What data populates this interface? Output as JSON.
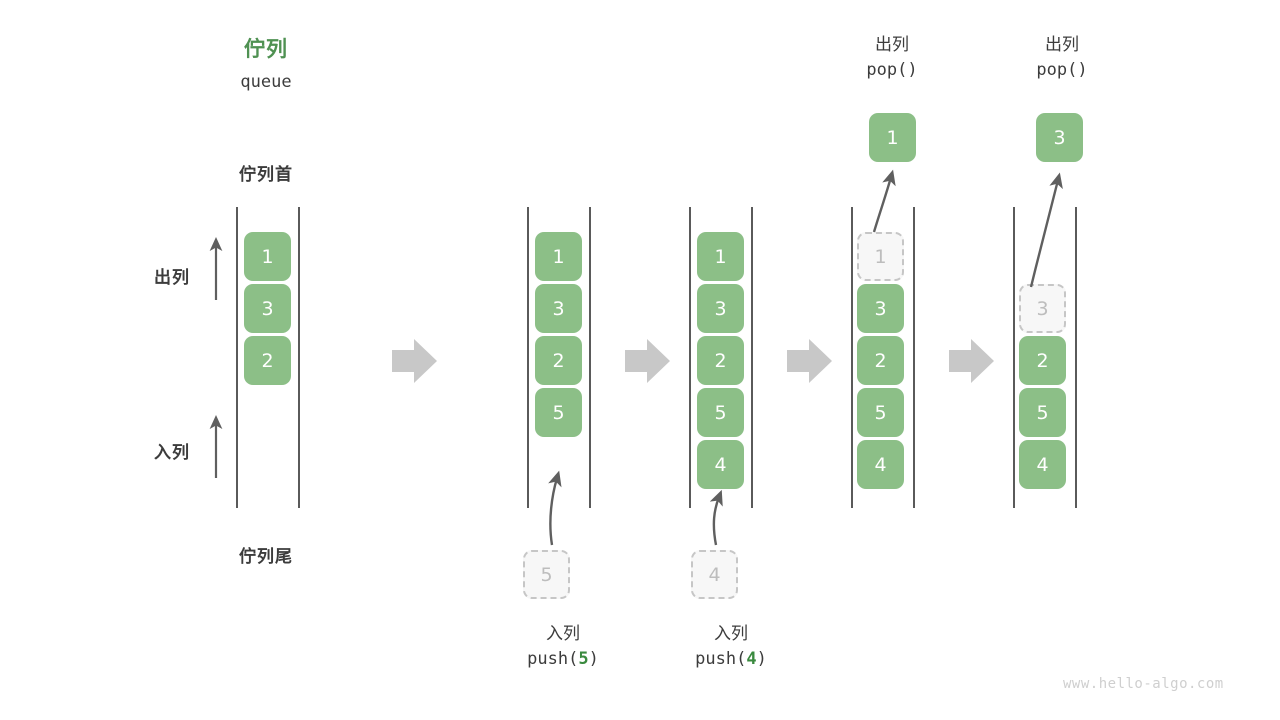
{
  "diagram": {
    "title_cn": "佇列",
    "title_en": "queue",
    "head_label": "佇列首",
    "tail_label": "佇列尾",
    "dequeue_label": "出列",
    "enqueue_label": "入列",
    "watermark": "www.hello-algo.com",
    "colors": {
      "cell_fill": "#8cbf87",
      "cell_text": "#ffffff",
      "ghost_fill": "#f7f7f7",
      "ghost_border": "#c6c6c6",
      "ghost_text": "#bdbdbd",
      "title_green": "#4f9152",
      "arrow_gray": "#c8c8c8",
      "thin_arrow": "#5f5f5f",
      "rail": "#5a5a5a",
      "text": "#3c3c3c"
    }
  },
  "steps": [
    {
      "id": "initial",
      "cells": [
        "1",
        "3",
        "2"
      ],
      "ghost_index": -1,
      "op_cn": "",
      "op_code": "",
      "op_arg": ""
    },
    {
      "id": "push-5",
      "cells": [
        "1",
        "3",
        "2",
        "5"
      ],
      "ghost_index": -1,
      "op_cn": "入列",
      "op_code_prefix": "push(",
      "op_arg": "5",
      "op_code_suffix": ")",
      "incoming_value": "5"
    },
    {
      "id": "push-4",
      "cells": [
        "1",
        "3",
        "2",
        "5",
        "4"
      ],
      "ghost_index": -1,
      "op_cn": "入列",
      "op_code_prefix": "push(",
      "op_arg": "4",
      "op_code_suffix": ")",
      "incoming_value": "4"
    },
    {
      "id": "pop-1",
      "cells": [
        "1",
        "3",
        "2",
        "5",
        "4"
      ],
      "ghost_index": 0,
      "op_cn": "出列",
      "op_code_prefix": "pop(",
      "op_arg": "",
      "op_code_suffix": ")",
      "popped_value": "1"
    },
    {
      "id": "pop-3",
      "cells": [
        "",
        "3",
        "2",
        "5",
        "4"
      ],
      "ghost_index": 1,
      "op_cn": "出列",
      "op_code_prefix": "pop(",
      "op_arg": "",
      "op_code_suffix": ")",
      "popped_value": "3"
    }
  ],
  "flow_arrows": 4
}
